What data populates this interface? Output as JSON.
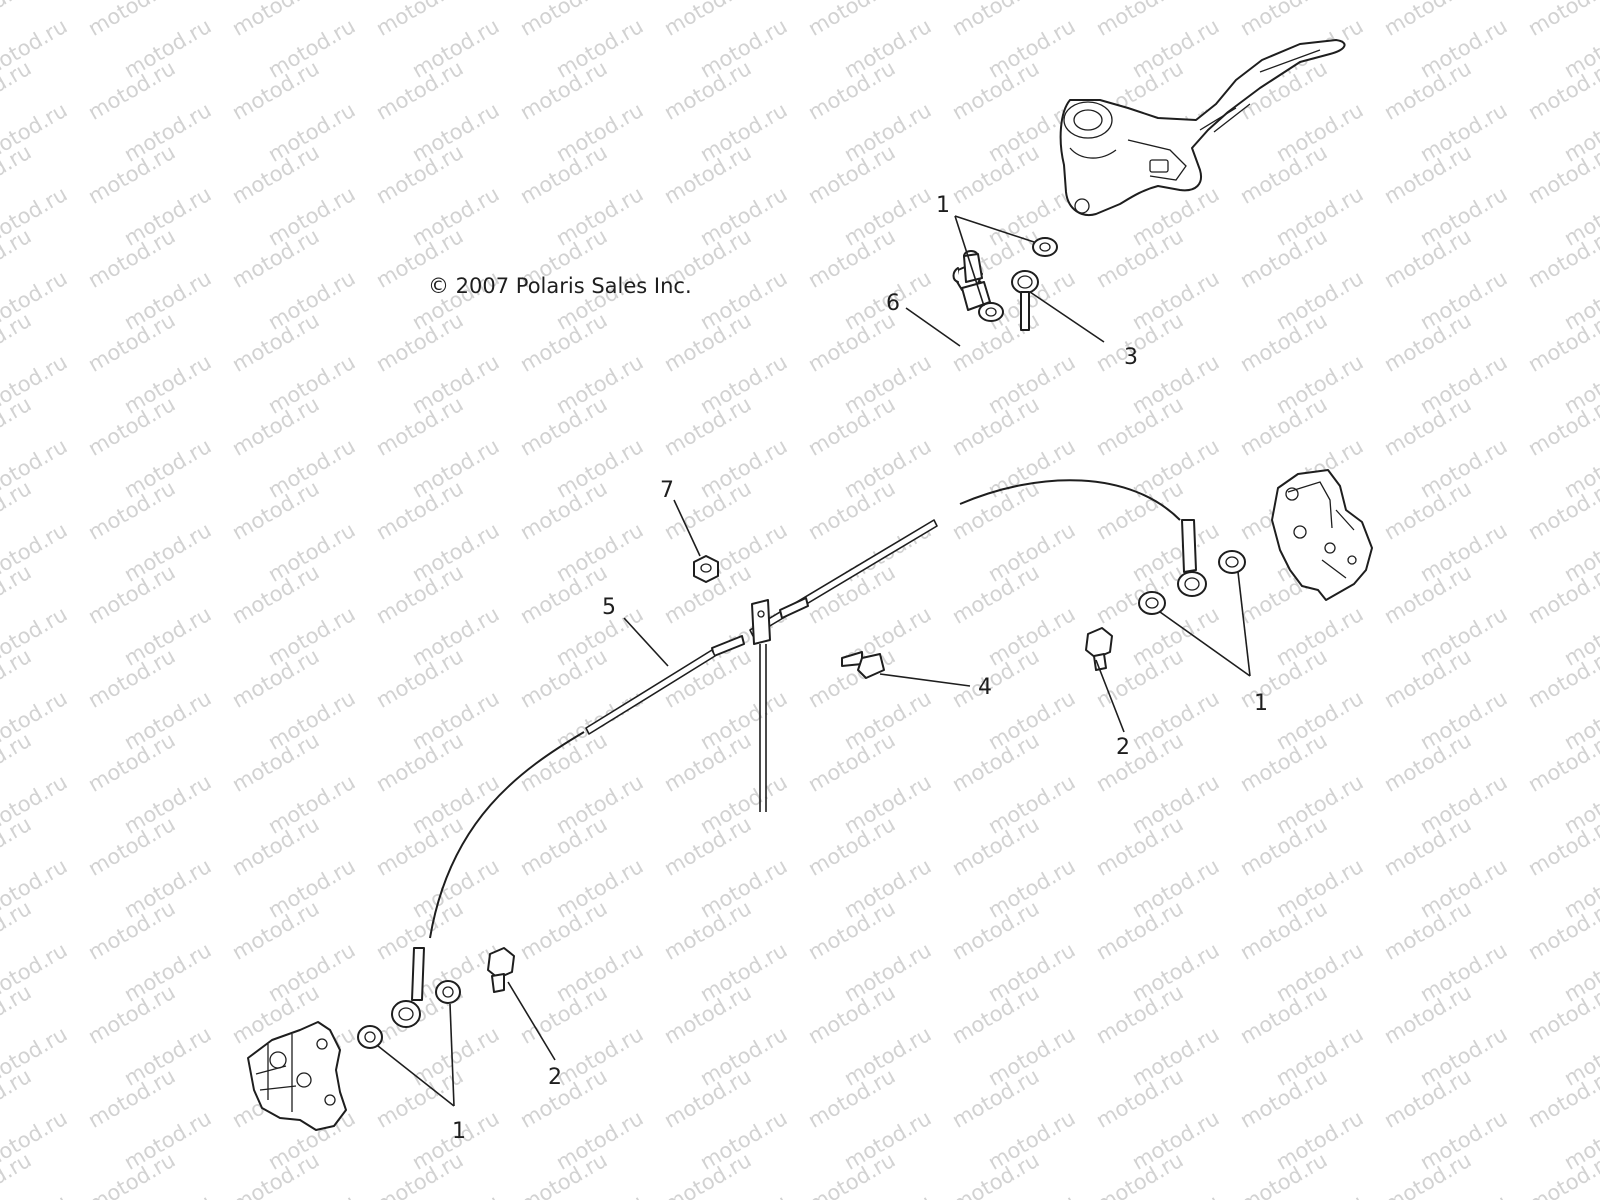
{
  "watermark": "motod.ru",
  "copyright": "© 2007 Polaris Sales Inc.",
  "callouts": {
    "c1_top": "1",
    "c6": "6",
    "c3": "3",
    "c7": "7",
    "c5": "5",
    "c4": "4",
    "c2_right": "2",
    "c1_right": "1",
    "c2_bottom": "2",
    "c1_bottom": "1"
  },
  "colors": {
    "line": "#1e1e1e",
    "watermark": "#d2d2d2",
    "background": "#ffffff"
  }
}
